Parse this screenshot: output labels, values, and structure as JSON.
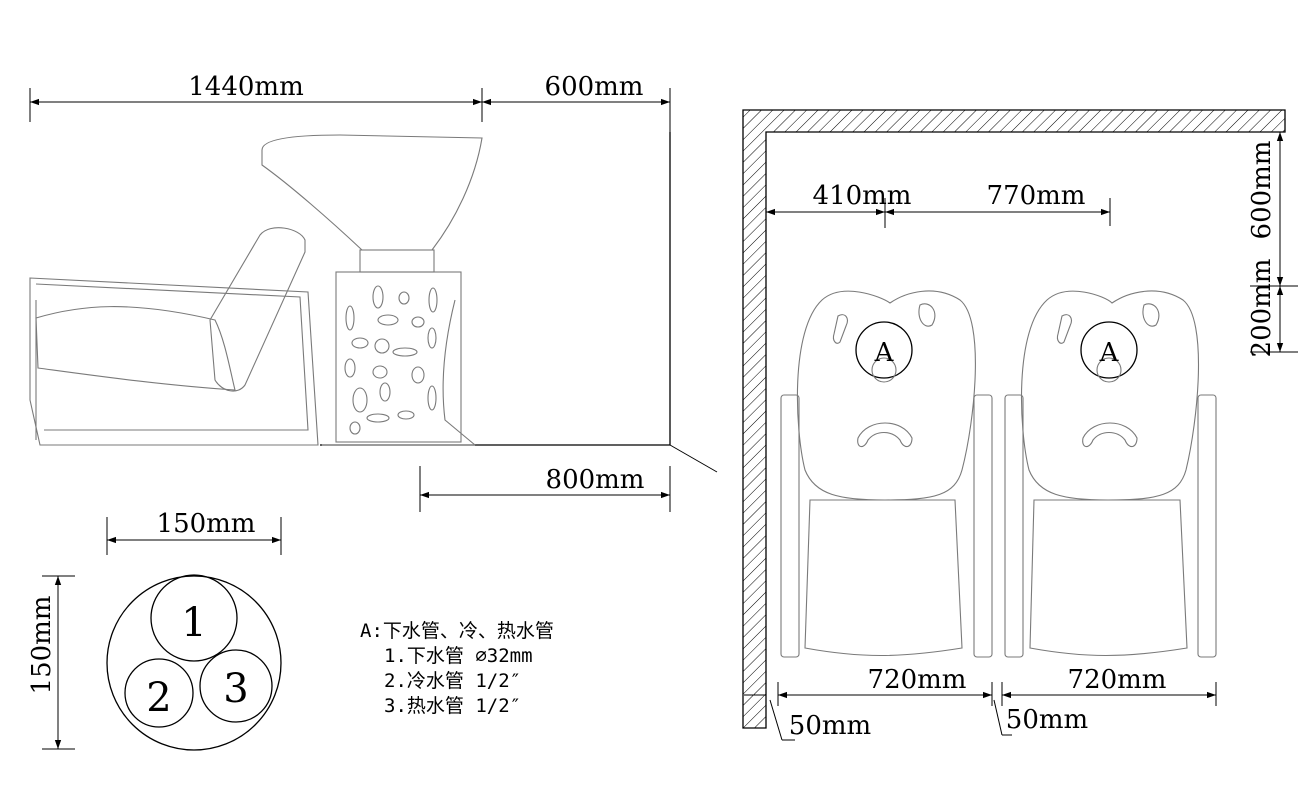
{
  "side_view": {
    "dim_chair_length": "1440mm",
    "dim_basin_clearance": "600mm",
    "dim_floor_length": "800mm"
  },
  "pipe_section": {
    "dim_width": "150mm",
    "dim_height": "150mm",
    "pipe_1": "1",
    "pipe_2": "2",
    "pipe_3": "3"
  },
  "legend": {
    "title": "A:下水管、冷、热水管",
    "item_1": "1.下水管 ∅32mm",
    "item_2": "2.冷水管 1/2″",
    "item_3": "3.热水管 1/2″"
  },
  "plan_view": {
    "dim_wall_to_a": "410mm",
    "dim_a_spacing": "770mm",
    "dim_wall_to_basin": "600mm",
    "dim_a_offset": "200mm",
    "dim_unit_width_1": "720mm",
    "dim_unit_width_2": "720mm",
    "dim_gap_1": "50mm",
    "dim_gap_2": "50mm",
    "label_a_1": "A",
    "label_a_2": "A"
  }
}
